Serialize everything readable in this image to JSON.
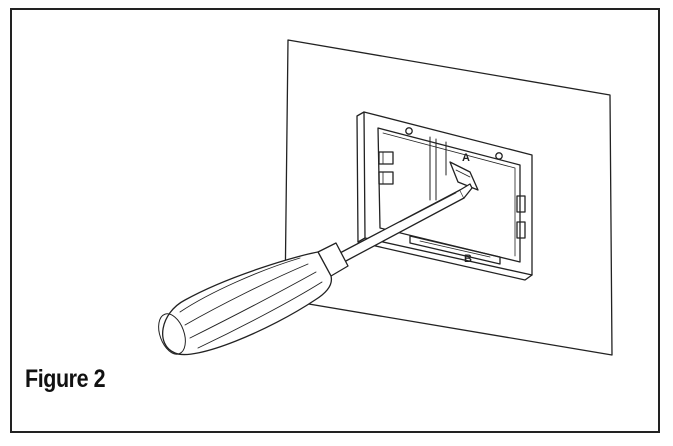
{
  "figure": {
    "caption": "Figure 2"
  },
  "illustration": {
    "marks": {
      "upper": "A",
      "lower": "B"
    },
    "line_color": "#222222",
    "fill_color": "#ffffff"
  }
}
